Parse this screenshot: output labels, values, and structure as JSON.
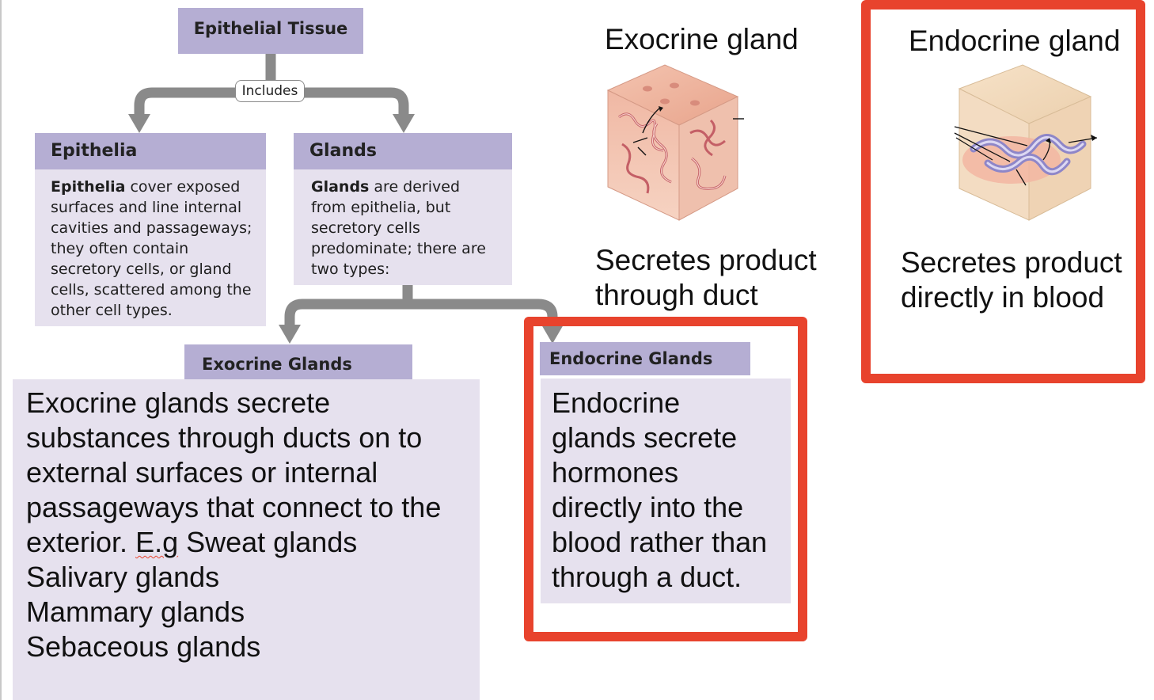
{
  "tree": {
    "root": "Epithelial Tissue",
    "connector_label": "Includes",
    "epithelia": {
      "title": "Epithelia",
      "bold_lead": "Epithelia",
      "lines": [
        " cover exposed",
        "surfaces and line internal",
        "cavities and passageways;",
        "they often contain",
        "secretory cells, or gland",
        "cells, scattered among the",
        "other cell types."
      ]
    },
    "glands": {
      "title": "Glands",
      "bold_lead": "Glands",
      "lines": [
        " are derived",
        "from epithelia, but",
        "secretory cells",
        "predominate; there are",
        "two types:"
      ]
    }
  },
  "exocrine": {
    "title": "Exocrine Glands",
    "lines": [
      "Exocrine glands secrete",
      "substances through ducts on to",
      "external surfaces or internal",
      "passageways that connect to the"
    ],
    "eg_prefix": "exterior. ",
    "eg_abbrev": "E.g",
    "eg_first": " Sweat glands",
    "examples": [
      "Salivary glands",
      "Mammary glands",
      "Sebaceous glands"
    ]
  },
  "endocrine": {
    "title": "Endocrine Glands",
    "lines": [
      "Endocrine",
      "glands secrete",
      "hormones",
      "directly into the",
      "blood rather than",
      "through a duct."
    ]
  },
  "illustrations": {
    "exocrine": {
      "title": "Exocrine gland",
      "caption": [
        "Secretes product",
        "through duct"
      ]
    },
    "endocrine": {
      "title": "Endocrine gland",
      "caption": [
        "Secretes product",
        "directly in blood"
      ]
    }
  },
  "colors": {
    "header": "#b5aed3",
    "panel": "#e6e1ee",
    "connector": "#8a8a8a",
    "highlight": "#e8432d"
  }
}
